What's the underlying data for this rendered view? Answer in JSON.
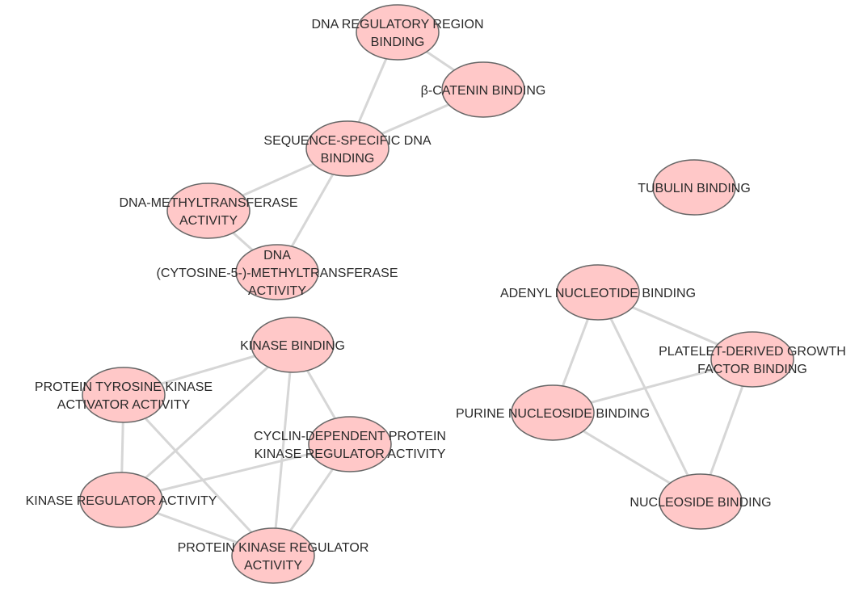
{
  "colors": {
    "node_fill": "#ffc8c8",
    "node_stroke": "#666666",
    "edge": "#d6d6d6",
    "label": "#2a2a2a"
  },
  "nodes": [
    {
      "id": "dna-regulatory-region-binding",
      "label": [
        "DNA REGULATORY REGION",
        "BINDING"
      ]
    },
    {
      "id": "beta-catenin-binding",
      "label": [
        "β-CATENIN BINDING"
      ]
    },
    {
      "id": "sequence-specific-dna-binding",
      "label": [
        "SEQUENCE-SPECIFIC DNA",
        "BINDING"
      ]
    },
    {
      "id": "dna-methyltransferase-activity",
      "label": [
        "DNA-METHYLTRANSFERASE",
        "ACTIVITY"
      ]
    },
    {
      "id": "dna-cytosine-5-methyltransferase-activity",
      "label": [
        "DNA",
        "(CYTOSINE-5-)-METHYLTRANSFERASE",
        "ACTIVITY"
      ]
    },
    {
      "id": "tubulin-binding",
      "label": [
        "TUBULIN BINDING"
      ]
    },
    {
      "id": "adenyl-nucleotide-binding",
      "label": [
        "ADENYL NUCLEOTIDE BINDING"
      ]
    },
    {
      "id": "platelet-derived-growth-factor-binding",
      "label": [
        "PLATELET-DERIVED GROWTH",
        "FACTOR BINDING"
      ]
    },
    {
      "id": "purine-nucleoside-binding",
      "label": [
        "PURINE NUCLEOSIDE BINDING"
      ]
    },
    {
      "id": "nucleoside-binding",
      "label": [
        "NUCLEOSIDE BINDING"
      ]
    },
    {
      "id": "kinase-binding",
      "label": [
        "KINASE BINDING"
      ]
    },
    {
      "id": "protein-tyrosine-kinase-activator-activity",
      "label": [
        "PROTEIN TYROSINE KINASE",
        "ACTIVATOR ACTIVITY"
      ]
    },
    {
      "id": "cyclin-dependent-protein-kinase-regulator-activity",
      "label": [
        "CYCLIN-DEPENDENT PROTEIN",
        "KINASE REGULATOR ACTIVITY"
      ]
    },
    {
      "id": "kinase-regulator-activity",
      "label": [
        "KINASE REGULATOR ACTIVITY"
      ]
    },
    {
      "id": "protein-kinase-regulator-activity",
      "label": [
        "PROTEIN KINASE REGULATOR",
        "ACTIVITY"
      ]
    }
  ],
  "edges": [
    [
      "dna-regulatory-region-binding",
      "beta-catenin-binding"
    ],
    [
      "dna-regulatory-region-binding",
      "sequence-specific-dna-binding"
    ],
    [
      "beta-catenin-binding",
      "sequence-specific-dna-binding"
    ],
    [
      "sequence-specific-dna-binding",
      "dna-methyltransferase-activity"
    ],
    [
      "sequence-specific-dna-binding",
      "dna-cytosine-5-methyltransferase-activity"
    ],
    [
      "dna-methyltransferase-activity",
      "dna-cytosine-5-methyltransferase-activity"
    ],
    [
      "adenyl-nucleotide-binding",
      "platelet-derived-growth-factor-binding"
    ],
    [
      "adenyl-nucleotide-binding",
      "purine-nucleoside-binding"
    ],
    [
      "adenyl-nucleotide-binding",
      "nucleoside-binding"
    ],
    [
      "platelet-derived-growth-factor-binding",
      "purine-nucleoside-binding"
    ],
    [
      "platelet-derived-growth-factor-binding",
      "nucleoside-binding"
    ],
    [
      "purine-nucleoside-binding",
      "nucleoside-binding"
    ],
    [
      "kinase-binding",
      "protein-tyrosine-kinase-activator-activity"
    ],
    [
      "kinase-binding",
      "cyclin-dependent-protein-kinase-regulator-activity"
    ],
    [
      "kinase-binding",
      "kinase-regulator-activity"
    ],
    [
      "kinase-binding",
      "protein-kinase-regulator-activity"
    ],
    [
      "protein-tyrosine-kinase-activator-activity",
      "kinase-regulator-activity"
    ],
    [
      "protein-tyrosine-kinase-activator-activity",
      "protein-kinase-regulator-activity"
    ],
    [
      "cyclin-dependent-protein-kinase-regulator-activity",
      "kinase-regulator-activity"
    ],
    [
      "cyclin-dependent-protein-kinase-regulator-activity",
      "protein-kinase-regulator-activity"
    ],
    [
      "kinase-regulator-activity",
      "protein-kinase-regulator-activity"
    ]
  ]
}
